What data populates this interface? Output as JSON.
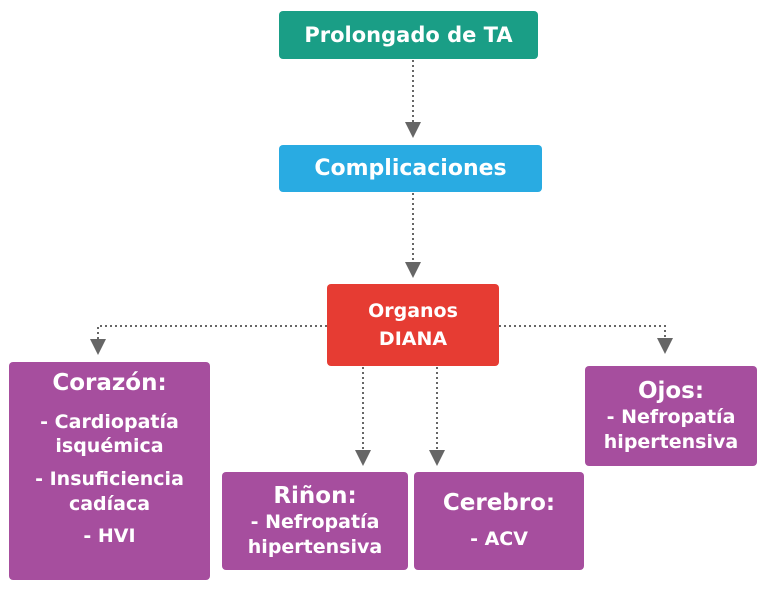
{
  "nodes": {
    "prolongado": {
      "label": "Prolongado de TA"
    },
    "complicaciones": {
      "label": "Complicaciones"
    },
    "organos": {
      "line1": "Organos",
      "line2": "DIANA"
    },
    "corazon": {
      "title": "Corazón:",
      "items": [
        "- Cardiopatía isquémica",
        "- Insuficiencia cadíaca",
        "- HVI"
      ]
    },
    "rinon": {
      "title": "Riñon:",
      "items": [
        "- Nefropatía hipertensiva"
      ]
    },
    "cerebro": {
      "title": "Cerebro:",
      "items": [
        "- ACV"
      ]
    },
    "ojos": {
      "title": "Ojos:",
      "items": [
        "- Nefropatía hipertensiva"
      ]
    }
  },
  "colors": {
    "root": "#1a9e86",
    "complications": "#29abe2",
    "target_organs": "#e63c33",
    "organ": "#a64e9e",
    "connector": "#666666"
  }
}
